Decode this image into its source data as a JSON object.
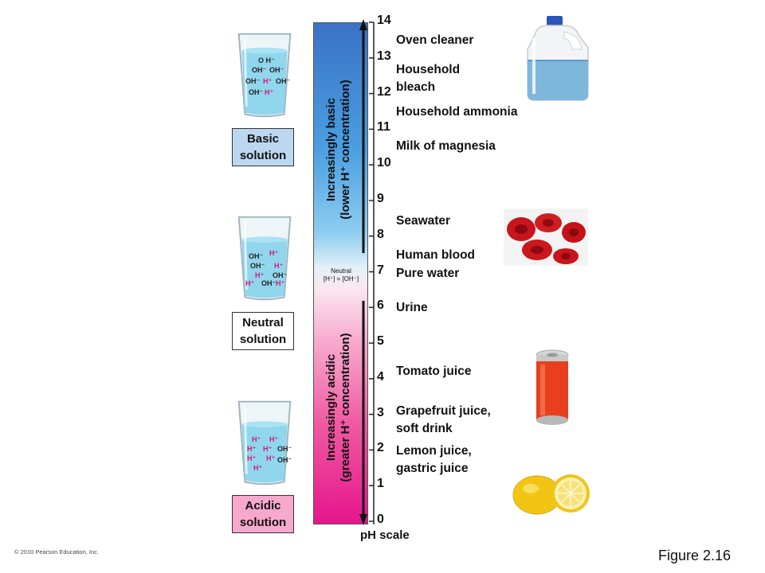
{
  "beakers": {
    "basic": {
      "ions": [
        {
          "t": "O H⁻",
          "k": "oh"
        },
        {
          "t": "OH⁻",
          "k": "oh"
        },
        {
          "t": "OH⁻",
          "k": "oh"
        },
        {
          "t": "OH⁻",
          "k": "oh"
        },
        {
          "t": "H⁺",
          "k": "h"
        },
        {
          "t": "OH⁻",
          "k": "oh"
        },
        {
          "t": "OH⁻",
          "k": "oh"
        },
        {
          "t": "H⁺",
          "k": "h"
        }
      ]
    },
    "neutral": {
      "ions": [
        {
          "t": "H⁺",
          "k": "h"
        },
        {
          "t": "OH⁻",
          "k": "oh"
        },
        {
          "t": "OH⁻",
          "k": "oh"
        },
        {
          "t": "H⁺",
          "k": "h"
        },
        {
          "t": "H⁺",
          "k": "h"
        },
        {
          "t": "OH⁻",
          "k": "oh"
        },
        {
          "t": "H⁺",
          "k": "h"
        },
        {
          "t": "OH⁻",
          "k": "oh"
        },
        {
          "t": "H⁺",
          "k": "h"
        }
      ]
    },
    "acidic": {
      "ions": [
        {
          "t": "H⁺",
          "k": "h"
        },
        {
          "t": "H⁺",
          "k": "h"
        },
        {
          "t": "H⁺",
          "k": "h"
        },
        {
          "t": "H⁺",
          "k": "h"
        },
        {
          "t": "OH⁻",
          "k": "oh"
        },
        {
          "t": "H⁺",
          "k": "h"
        },
        {
          "t": "H⁺",
          "k": "h"
        },
        {
          "t": "OH⁻",
          "k": "oh"
        },
        {
          "t": "H⁺",
          "k": "h"
        }
      ]
    }
  },
  "labels": {
    "basic": "Basic\nsolution",
    "neutral": "Neutral\nsolution",
    "acidic": "Acidic\nsolution"
  },
  "bar": {
    "basic_line1": "Increasingly basic",
    "basic_line2": "(lower H⁺ concentration)",
    "acidic_line1": "Increasingly acidic",
    "acidic_line2": "(greater H⁺ concentration)",
    "neutral_line1": "Neutral",
    "neutral_line2": "[H⁺] = [OH⁻]"
  },
  "scale": {
    "ticks": [
      14,
      13,
      12,
      11,
      10,
      9,
      8,
      7,
      6,
      5,
      4,
      3,
      2,
      1,
      0
    ],
    "label": "pH scale"
  },
  "items": [
    {
      "id": "oven-cleaner",
      "text": "Oven cleaner"
    },
    {
      "id": "household-bleach",
      "text": "Household\nbleach"
    },
    {
      "id": "household-ammonia",
      "text": "Household ammonia"
    },
    {
      "id": "milk-of-magnesia",
      "text": "Milk of magnesia"
    },
    {
      "id": "seawater",
      "text": "Seawater"
    },
    {
      "id": "human-blood",
      "text": "Human blood"
    },
    {
      "id": "pure-water",
      "text": "Pure water"
    },
    {
      "id": "urine",
      "text": "Urine"
    },
    {
      "id": "tomato-juice",
      "text": "Tomato juice"
    },
    {
      "id": "grapefruit-juice",
      "text": "Grapefruit juice,\nsoft drink"
    },
    {
      "id": "lemon-juice",
      "text": "Lemon juice,\ngastric juice"
    }
  ],
  "footer": {
    "copyright": "© 2010 Pearson Education, Inc.",
    "figure": "Figure 2.16"
  }
}
